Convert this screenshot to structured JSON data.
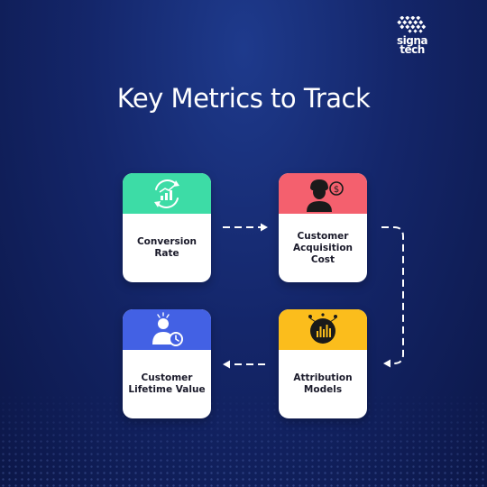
{
  "title": "Key Metrics to Track",
  "logo": {
    "line1": "signa",
    "line2": "tech"
  },
  "colors": {
    "background": "#14266a",
    "green": "#3ddca6",
    "red": "#f4606e",
    "yellow": "#fbbd1c",
    "blue": "#4361e4",
    "card": "#ffffff"
  },
  "cards": [
    {
      "label": "Conversion Rate",
      "header_color": "#3ddca6",
      "icon": "conversion-cycle-icon"
    },
    {
      "label": "Customer Acquisition Cost",
      "header_color": "#f4606e",
      "icon": "customer-cost-icon"
    },
    {
      "label": "Attribution Models",
      "header_color": "#fbbd1c",
      "icon": "attribution-chart-icon"
    },
    {
      "label": "Customer Lifetime Value",
      "header_color": "#4361e4",
      "icon": "customer-lifetime-icon"
    }
  ],
  "flow": [
    "Conversion Rate",
    "Customer Acquisition Cost",
    "Attribution Models",
    "Customer Lifetime Value"
  ]
}
